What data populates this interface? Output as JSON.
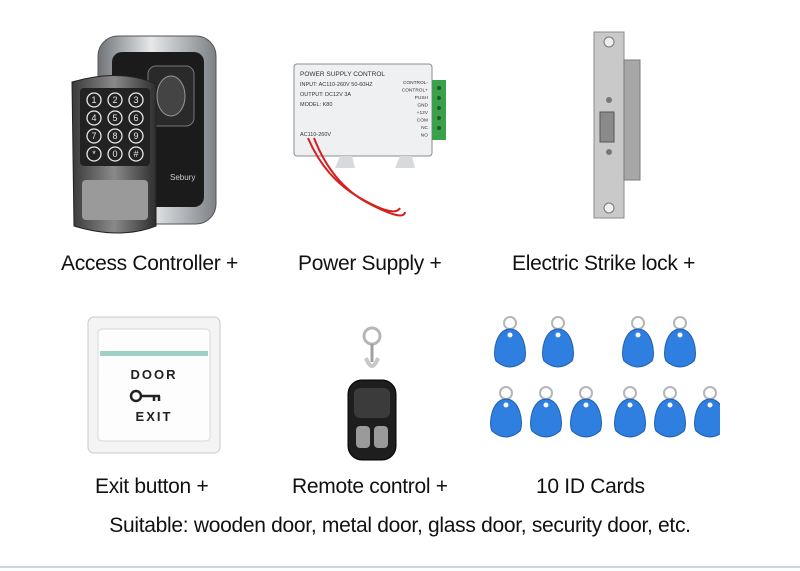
{
  "products": [
    {
      "id": "access-controller",
      "label": "Access Controller +"
    },
    {
      "id": "power-supply",
      "label": "Power Supply +"
    },
    {
      "id": "electric-strike-lock",
      "label": "Electric Strike lock +"
    },
    {
      "id": "exit-button",
      "label": "Exit button   +"
    },
    {
      "id": "remote-control",
      "label": "Remote control +"
    },
    {
      "id": "id-cards",
      "label": "10 ID Cards"
    }
  ],
  "footer": "Suitable: wooden door, metal door, glass door, security door, etc.",
  "images": {
    "controller_brand": "Sebury",
    "keypad_keys": [
      "1",
      "2",
      "3",
      "4",
      "5",
      "6",
      "7",
      "8",
      "9",
      "*",
      "0",
      "#"
    ],
    "power_supply_lines": [
      "POWER SUPPLY CONTROL",
      "INPUT: AC110-260V 50-60HZ",
      "OUTPUT: DC12V 3A",
      "MODEL: K80",
      "AC110-260V"
    ],
    "power_supply_terminals": [
      "CONTROL-",
      "CONTROL+",
      "PUSH",
      "GND",
      "+12V",
      "COM",
      "NC",
      "NO"
    ],
    "exit_button_top": "DOOR",
    "exit_button_bottom": "EXIT"
  },
  "colors": {
    "tag_blue": "#2f7fe0",
    "strike_silver": "#c8c8c8",
    "wire_red": "#d62020",
    "terminal_green": "#3aa04a"
  }
}
